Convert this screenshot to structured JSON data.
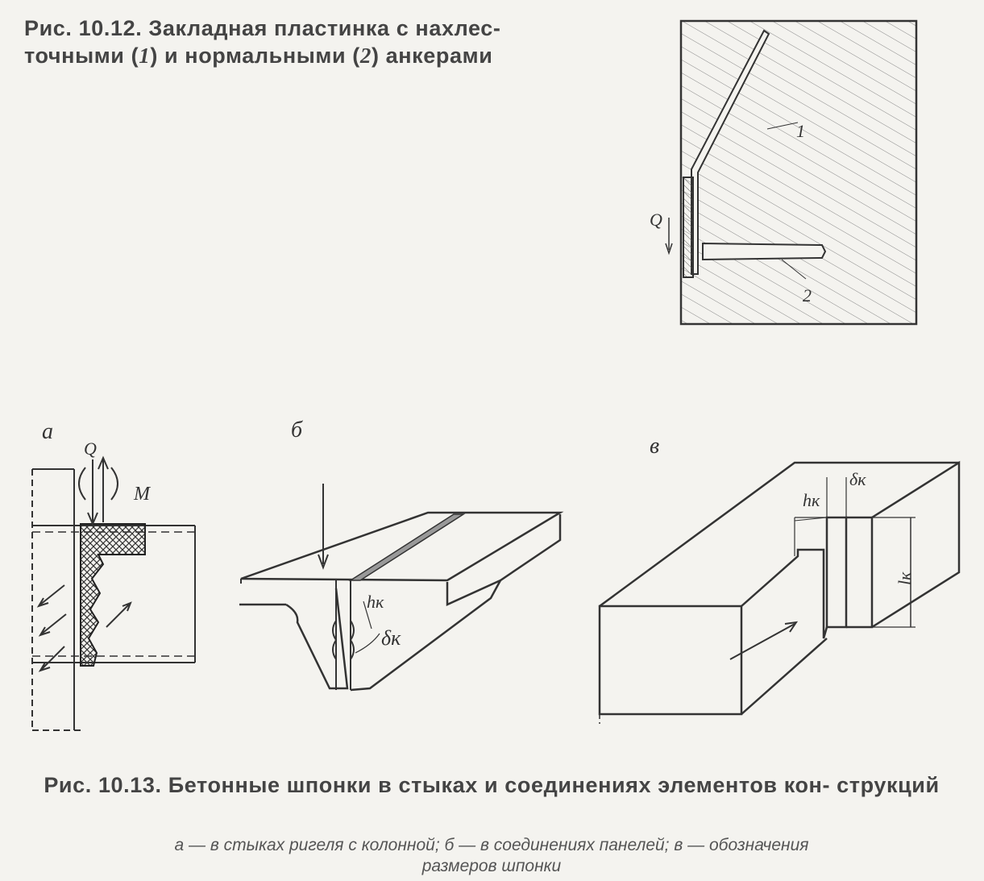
{
  "figure_10_12": {
    "caption_prefix": "Рис. 10.12. Закладная пластинка с нахлес-",
    "caption_line2_a": "точными (",
    "caption_num1": "1",
    "caption_line2_b": ") и нормальными (",
    "caption_num2": "2",
    "caption_line2_c": ") анкерами",
    "labels": {
      "q": "Q",
      "anchor_1": "1",
      "anchor_2": "2"
    }
  },
  "figure_10_13": {
    "title": "Рис. 10.13. Бетонные шпонки в стыках и соединениях элементов кон- струкций",
    "legend_line1": "а — в стыках ригеля с колонной; б — в соединениях панелей; в — обозначения",
    "legend_line2": "размеров шпонки",
    "panel_a": {
      "letter": "а",
      "q": "Q",
      "m": "M"
    },
    "panel_b": {
      "letter": "б",
      "h": "hк",
      "delta": "δк"
    },
    "panel_c": {
      "letter": "в",
      "h": "hк",
      "delta": "δк",
      "l": "lк"
    }
  }
}
